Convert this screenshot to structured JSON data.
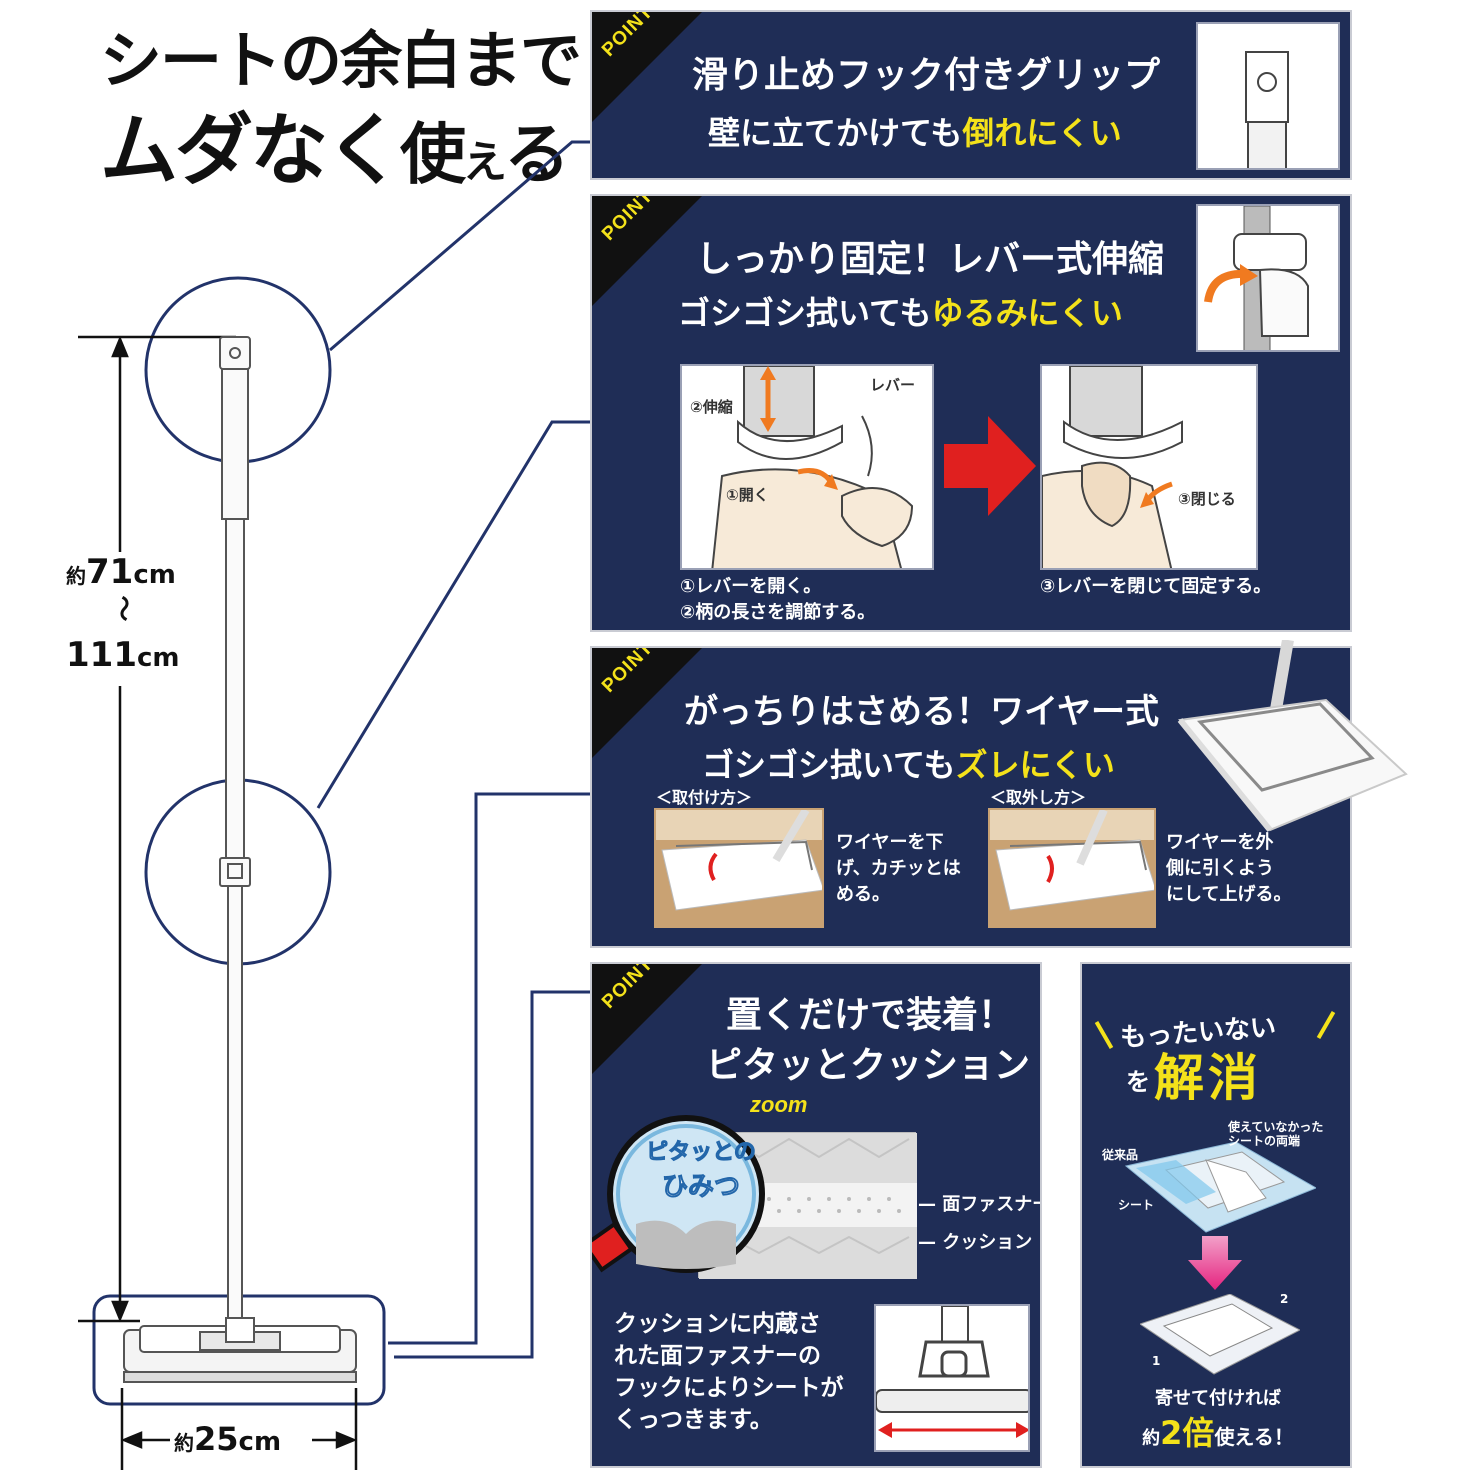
{
  "headline": {
    "line1": "シートの余白まで",
    "line2a": "ムダなく",
    "line2b": "使",
    "line2c": "え",
    "line2d": "る"
  },
  "dimensions": {
    "height_prefix": "約",
    "height_min": "71",
    "height_unit1": "cm",
    "tilde": "〜",
    "height_max": "111",
    "height_unit2": "cm",
    "width_prefix": "約",
    "width_value": "25",
    "width_unit": "cm"
  },
  "point_label": "POINT",
  "panel1": {
    "title": "滑り止めフック付きグリップ",
    "sub_white": "壁に立てかけても",
    "sub_yellow": "倒れにくい"
  },
  "panel2": {
    "title": "しっかり固定！レバー式伸縮",
    "sub_white": "ゴシゴシ拭いても",
    "sub_yellow": "ゆるみにくい",
    "label_extend": "②伸縮",
    "label_lever": "レバー",
    "label_open": "①開く",
    "label_close": "③閉じる",
    "cap_left_1": "①レバーを開く。",
    "cap_left_2": "②柄の長さを調節する。",
    "cap_right": "③レバーを閉じて固定する。"
  },
  "panel3": {
    "title": "がっちりはさめる！ワイヤー式",
    "sub_white": "ゴシゴシ拭いても",
    "sub_yellow": "ズレにくい",
    "attach_heading": "＜取付け方＞",
    "attach_text_1": "ワイヤーを下",
    "attach_text_2": "げ、カチッとは",
    "attach_text_3": "める。",
    "detach_heading": "＜取外し方＞",
    "detach_text_1": "ワイヤーを外",
    "detach_text_2": "側に引くよう",
    "detach_text_3": "にして上げる。"
  },
  "panel4": {
    "title_1": "置くだけで装着！",
    "title_2": "ピタッとクッション",
    "zoom": "zoom",
    "secret_1": "ピタッとの",
    "secret_2": "ひみつ",
    "label_fastener": "面ファスナー",
    "label_cushion": "クッション",
    "body_1": "クッションに内蔵さ",
    "body_2": "れた面ファスナーの",
    "body_3": "フックによりシートが",
    "body_4": "くっつきます。"
  },
  "panel5": {
    "mottainai": "もったいない",
    "wo": "を",
    "kaisho": "解消",
    "label_unused_1": "使えていなかった",
    "label_unused_2": "シートの両端",
    "label_conventional": "従来品",
    "label_sheet": "シート",
    "num_1": "1",
    "num_2": "2",
    "foot_1": "寄せて付ければ",
    "foot_2a": "約",
    "foot_2b": "2倍",
    "foot_2c": "使える！"
  },
  "colors": {
    "navy": "#1f2d56",
    "yellow": "#f4e21a",
    "red": "#e0201f",
    "orange": "#f07a20",
    "circle_blue": "#22336a"
  }
}
